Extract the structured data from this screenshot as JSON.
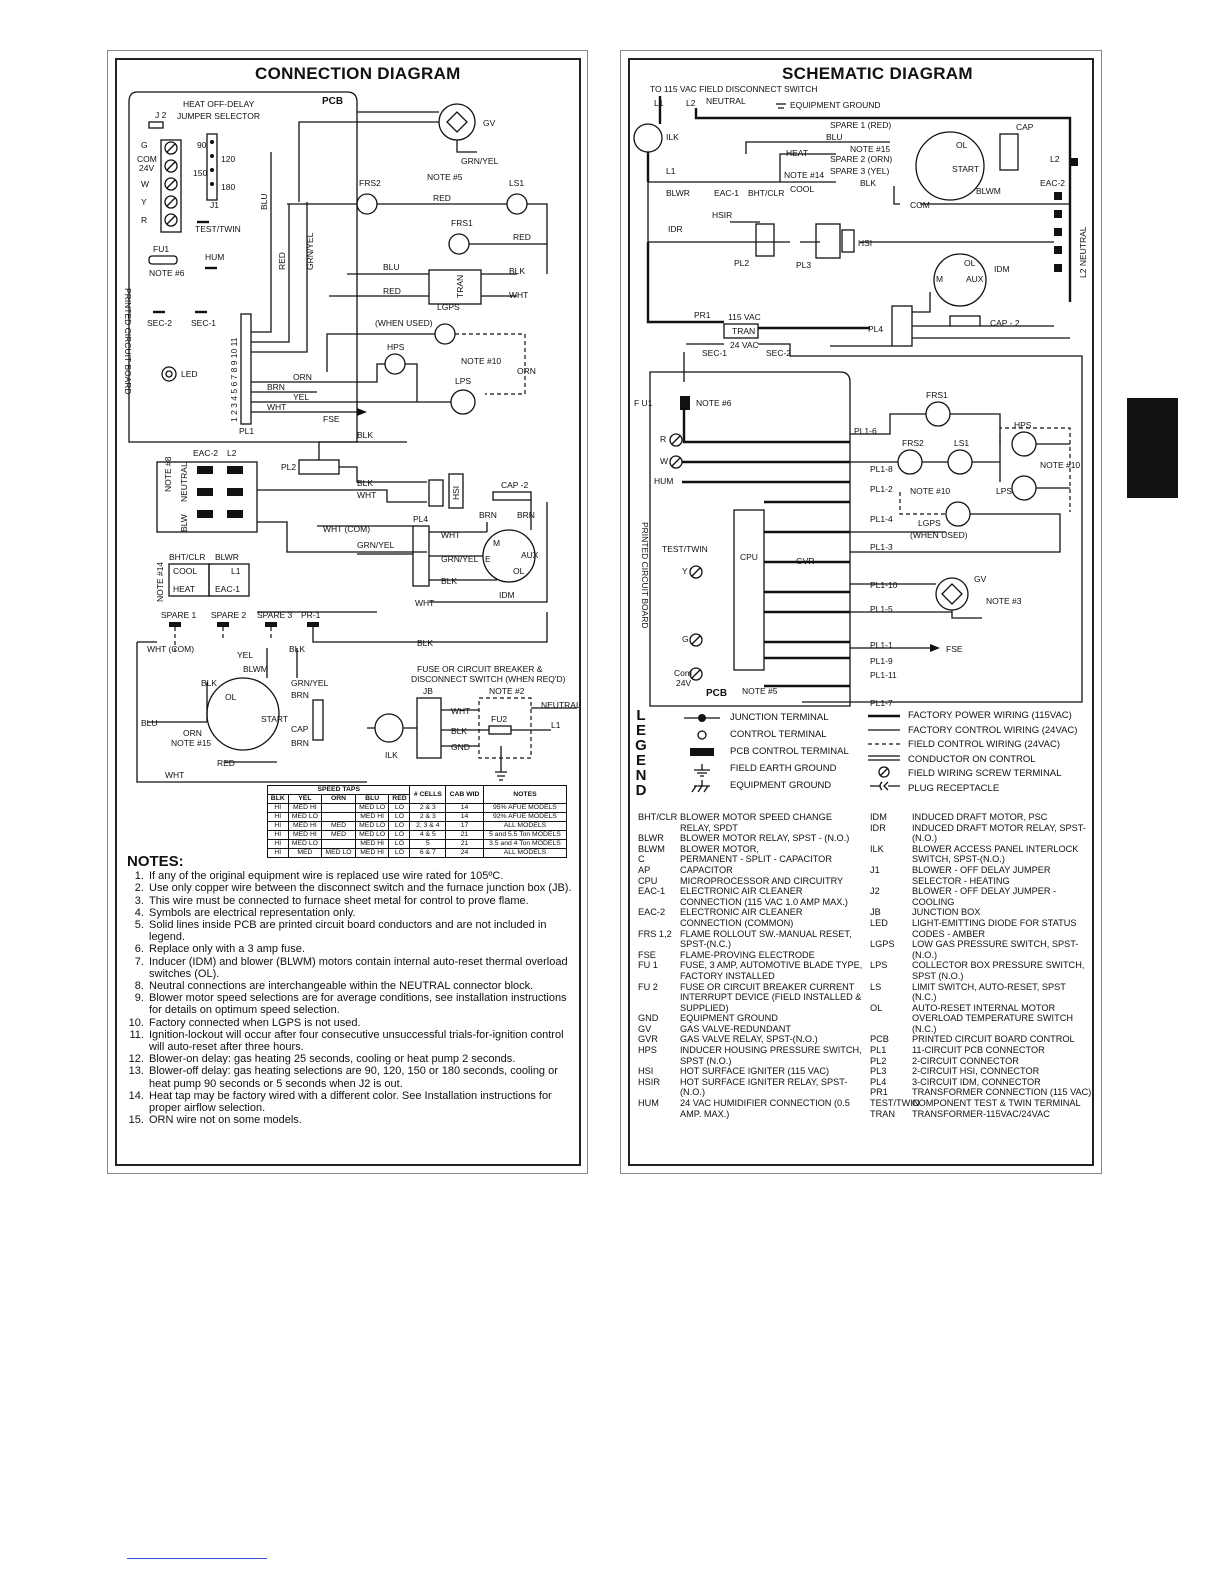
{
  "connection": {
    "title": "CONNECTION DIAGRAM",
    "labels": {
      "pcb": "PCB",
      "j2": "J 2",
      "heat_offdelay": "HEAT OFF-DELAY",
      "jumper_selector": "JUMPER SELECTOR",
      "t90": "90",
      "t120": "120",
      "t150": "150",
      "t180": "180",
      "j1": "J1",
      "g": "G",
      "com": "COM",
      "v24": "24V",
      "w": "W",
      "y": "Y",
      "r": "R",
      "test_twin": "TEST/TWIN",
      "fu1": "FU1",
      "hum": "HUM",
      "note6": "NOTE #6",
      "sec2": "SEC-2",
      "sec1": "SEC-1",
      "led": "LED",
      "printed_circuit_board": "PRINTED CIRCUIT BOARD",
      "pl1": "PL1",
      "pins": "1 2 3 4 5 6 7 8 9 10 11",
      "gv": "GV",
      "grn_yel": "GRN/YEL",
      "note5": "NOTE #5",
      "frs2": "FRS2",
      "ls1": "LS1",
      "frs1": "FRS1",
      "blu": "BLU",
      "red": "RED",
      "blk": "BLK",
      "wht": "WHT",
      "orn": "ORN",
      "brn": "BRN",
      "yel": "YEL",
      "tran": "TRAN",
      "lgps": "LGPS",
      "when_used": "(WHEN USED)",
      "hps": "HPS",
      "note10": "NOTE #10",
      "lps": "LPS",
      "fse": "FSE",
      "eac2": "EAC-2",
      "l2": "L2",
      "neutral": "NEUTRAL",
      "note8": "NOTE #8",
      "blw": "BLW",
      "pl2": "PL2",
      "hsi": "HSI",
      "cap2": "CAP -2",
      "pl4": "PL4",
      "wht_com": "WHT (COM)",
      "m": "M",
      "aux": "AUX",
      "e": "E",
      "ol": "OL",
      "idm": "IDM",
      "note14": "NOTE #14",
      "bhtclr": "BHT/CLR",
      "blwr": "BLWR",
      "cool": "COOL",
      "l1": "L1",
      "heat": "HEAT",
      "eac1": "EAC-1",
      "spare1": "SPARE 1",
      "spare2": "SPARE 2",
      "spare3": "SPARE 3",
      "pr1": "PR-1",
      "wht_com2": "WHT (COM)",
      "blwm": "BLWM",
      "start": "START",
      "cap": "CAP",
      "note15": "NOTE #15",
      "fuse_cb": "FUSE OR CIRCUIT BREAKER &",
      "disconnect": "DISCONNECT SWITCH (WHEN REQ'D)",
      "jb": "JB",
      "note2": "NOTE #2",
      "fu2": "FU2",
      "gnd": "GND",
      "ilk": "ILK",
      "neutral2": "NEUTRAL",
      "l1b": "L1"
    },
    "speed_taps": {
      "title": "SPEED TAPS",
      "headers": [
        "BLK",
        "YEL",
        "ORN",
        "BLU",
        "RED",
        "# CELLS",
        "CAB WID",
        "NOTES"
      ],
      "rows": [
        [
          "HI",
          "MED HI",
          "",
          "MED LO",
          "LO",
          "2 & 3",
          "14",
          "95% AFUE MODELS"
        ],
        [
          "HI",
          "MED LO",
          "",
          "MED HI",
          "LO",
          "2 & 3",
          "14",
          "92% AFUE MODELS"
        ],
        [
          "HI",
          "MED HI",
          "MED",
          "MED LO",
          "LO",
          "2, 3 & 4",
          "17",
          "ALL MODELS"
        ],
        [
          "HI",
          "MED HI",
          "MED",
          "MED LO",
          "LO",
          "4 & 5",
          "21",
          "5 and 5.5 Ton MODELS"
        ],
        [
          "HI",
          "MED LO",
          "",
          "MED HI",
          "LO",
          "5",
          "21",
          "3.5 and 4 Ton MODELS"
        ],
        [
          "HI",
          "MED",
          "MED LO",
          "MED HI",
          "LO",
          "6 & 7",
          "24",
          "ALL MODELS"
        ]
      ]
    },
    "notes_title": "NOTES:",
    "notes": [
      "If any of the original equipment wire is replaced use wire rated for 105ºC.",
      "Use only copper wire between the disconnect switch and the furnace junction box (JB).",
      "This wire must be connected to furnace sheet metal for control to prove flame.",
      "Symbols are electrical representation only.",
      "Solid lines inside PCB are printed circuit board conductors and are not included in legend.",
      "Replace only with a 3 amp fuse.",
      "Inducer (IDM) and blower (BLWM) motors contain internal auto-reset thermal overload switches (OL).",
      "Neutral connections are interchangeable within the NEUTRAL connector block.",
      "Blower motor speed selections are for average conditions, see installation instructions for details on optimum speed selection.",
      "Factory connected when LGPS is not used.",
      "Ignition-lockout will occur after four consecutive unsuccessful trials-for-ignition control will auto-reset after three hours.",
      "Blower-on delay: gas heating 25 seconds, cooling or heat pump 2 seconds.",
      "Blower-off delay: gas heating selections are 90, 120, 150 or 180 seconds, cooling or heat pump 90 seconds or 5 seconds when J2 is out.",
      "Heat tap may be factory wired with a different color. See Installation instructions for proper airflow selection.",
      "ORN wire not on some models."
    ]
  },
  "schematic": {
    "title": "SCHEMATIC DIAGRAM",
    "labels": {
      "to115": "TO 115 VAC FIELD DISCONNECT SWITCH",
      "l1": "L1",
      "l2": "L2",
      "neutral": "NEUTRAL",
      "equip_ground": "EQUIPMENT GROUND",
      "ilk": "ILK",
      "spare1": "SPARE 1 (RED)",
      "blu": "BLU",
      "note15": "NOTE #15",
      "spare2": "SPARE 2 (ORN)",
      "spare3": "SPARE 3 (YEL)",
      "blk": "BLK",
      "heat": "HEAT",
      "note14": "NOTE #14",
      "cool": "COOL",
      "bhtclr": "BHT/CLR",
      "blwr": "BLWR",
      "eac1": "EAC-1",
      "l1b": "L1",
      "ol": "OL",
      "start": "START",
      "blwm": "BLWM",
      "com": "COM",
      "cap": "CAP",
      "l2b": "L2",
      "eac2": "EAC-2",
      "l2neutral": "L2 NEUTRAL",
      "hsir": "HSIR",
      "idr": "IDR",
      "pl2": "PL2",
      "pl3": "PL3",
      "hsi": "HSI",
      "m": "M",
      "aux": "AUX",
      "idm": "IDM",
      "pl4": "PL4",
      "cap2": "CAP - 2",
      "pr1": "PR1",
      "v115": "115 VAC",
      "tran": "TRAN",
      "v24": "24 VAC",
      "sec1": "SEC-1",
      "sec2": "SEC-2",
      "fu1": "F U1",
      "note6": "NOTE #6",
      "r": "R",
      "w": "W",
      "hum": "HUM",
      "test_twin": "TEST/TWIN",
      "y": "Y",
      "g": "G",
      "com24": "Com",
      "v24b": "24V",
      "pcb": "PCB",
      "note5": "NOTE #5",
      "printed_circuit_board": "PRINTED CIRCUIT BOARD",
      "cpu": "CPU",
      "gvr": "GVR",
      "frs1": "FRS1",
      "frs2": "FRS2",
      "ls1": "LS1",
      "hps": "HPS",
      "note10": "NOTE #10",
      "note10b": "NOTE #10",
      "lps": "LPS",
      "lgps": "LGPS",
      "when_used": "(WHEN USED)",
      "pl16": "PL1-6",
      "pl18": "PL1-8",
      "pl12": "PL1-2",
      "pl14": "PL1-4",
      "pl13": "PL1-3",
      "pl110": "PL1-10",
      "pl15": "PL1-5",
      "pl11": "PL1-1",
      "pl19": "PL1-9",
      "pl111": "PL1-11",
      "pl17": "PL1-7",
      "gv": "GV",
      "note3": "NOTE #3",
      "fse": "FSE"
    },
    "legend_title": "LEGEND",
    "legend_left": [
      "JUNCTION TERMINAL",
      "CONTROL TERMINAL",
      "PCB CONTROL TERMINAL",
      "FIELD EARTH GROUND",
      "EQUIPMENT GROUND"
    ],
    "legend_right": [
      "FACTORY POWER WIRING (115VAC)",
      "FACTORY CONTROL WIRING (24VAC)",
      "FIELD CONTROL WIRING (24VAC)",
      "CONDUCTOR ON CONTROL",
      "FIELD WIRING SCREW TERMINAL",
      "PLUG RECEPTACLE"
    ],
    "abbr_left": [
      [
        "BHT/CLR",
        "BLOWER MOTOR SPEED CHANGE RELAY, SPDT"
      ],
      [
        "BLWR",
        "BLOWER MOTOR RELAY, SPST - (N.O.)"
      ],
      [
        "BLWM",
        "BLOWER MOTOR,"
      ],
      [
        "C",
        "PERMANENT - SPLIT - CAPACITOR"
      ],
      [
        "AP",
        "CAPACITOR"
      ],
      [
        "CPU",
        "MICROPROCESSOR AND CIRCUITRY"
      ],
      [
        "EAC-1",
        "ELECTRONIC AIR CLEANER CONNECTION (115 VAC 1.0 AMP MAX.)"
      ],
      [
        "EAC-2",
        "ELECTRONIC AIR CLEANER CONNECTION (COMMON)"
      ],
      [
        "FRS 1,2",
        "FLAME ROLLOUT SW.-MANUAL RESET, SPST-(N.C.)"
      ],
      [
        "FSE",
        "FLAME-PROVING ELECTRODE"
      ],
      [
        "FU 1",
        "FUSE, 3 AMP, AUTOMOTIVE BLADE TYPE, FACTORY INSTALLED"
      ],
      [
        "FU 2",
        "FUSE OR CIRCUIT BREAKER CURRENT INTERRUPT DEVICE (FIELD INSTALLED & SUPPLIED)"
      ],
      [
        "GND",
        "EQUIPMENT GROUND"
      ],
      [
        "GV",
        "GAS VALVE-REDUNDANT"
      ],
      [
        "GVR",
        "GAS VALVE RELAY, SPST-(N.O.)"
      ],
      [
        "HPS",
        "INDUCER HOUSING PRESSURE SWITCH, SPST (N.O.)"
      ],
      [
        "HSI",
        "HOT SURFACE IGNITER (115 VAC)"
      ],
      [
        "HSIR",
        "HOT SURFACE IGNITER RELAY, SPST-(N.O.)"
      ],
      [
        "HUM",
        "24 VAC HUMIDIFIER CONNECTION (0.5 AMP. MAX.)"
      ]
    ],
    "abbr_right": [
      [
        "IDM",
        "INDUCED DRAFT MOTOR, PSC"
      ],
      [
        "IDR",
        "INDUCED DRAFT MOTOR RELAY, SPST-(N.O.)"
      ],
      [
        "ILK",
        "BLOWER ACCESS PANEL INTERLOCK SWITCH, SPST-(N.O.)"
      ],
      [
        "J1",
        "BLOWER - OFF DELAY JUMPER SELECTOR - HEATING"
      ],
      [
        "J2",
        "BLOWER - OFF DELAY JUMPER - COOLING"
      ],
      [
        "JB",
        "JUNCTION BOX"
      ],
      [
        "LED",
        "LIGHT-EMITTING DIODE FOR STATUS CODES - AMBER"
      ],
      [
        "LGPS",
        "LOW GAS PRESSURE SWITCH, SPST-(N.O.)"
      ],
      [
        "LPS",
        "COLLECTOR BOX PRESSURE SWITCH, SPST (N.O.)"
      ],
      [
        "LS",
        "LIMIT SWITCH, AUTO-RESET, SPST (N.C.)"
      ],
      [
        "OL",
        "AUTO-RESET INTERNAL MOTOR OVERLOAD TEMPERATURE SWITCH (N.C.)"
      ],
      [
        "PCB",
        "PRINTED CIRCUIT BOARD CONTROL"
      ],
      [
        "PL1",
        "11-CIRCUIT PCB CONNECTOR"
      ],
      [
        "PL2",
        "2-CIRCUIT CONNECTOR"
      ],
      [
        "PL3",
        "2-CIRCUIT HSI, CONNECTOR"
      ],
      [
        "PL4",
        "3-CIRCUIT IDM, CONNECTOR"
      ],
      [
        "PR1",
        "TRANSFORMER CONNECTION (115 VAC)"
      ],
      [
        "TEST/TWIN",
        "COMPONENT TEST & TWIN TERMINAL"
      ],
      [
        "TRAN",
        "TRANSFORMER-115VAC/24VAC"
      ]
    ]
  }
}
